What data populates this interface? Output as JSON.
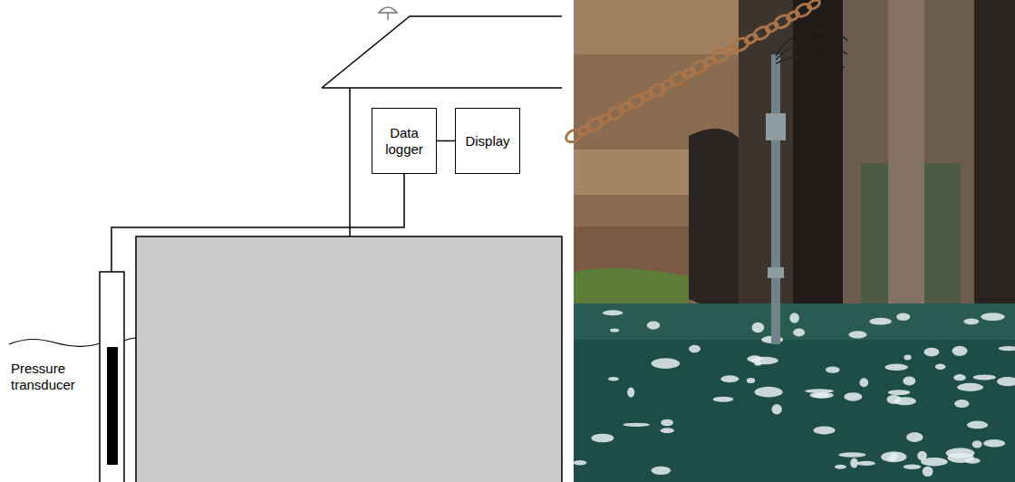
{
  "diagram": {
    "nodes": [
      {
        "text": [
          "Data logger"
        ]
      },
      {
        "text": [
          "Display"
        ]
      }
    ],
    "edges": [
      {
        "from": 0,
        "to": 1,
        "arrow": "none"
      }
    ],
    "labels": [
      "Pressure transducer"
    ]
  }
}
